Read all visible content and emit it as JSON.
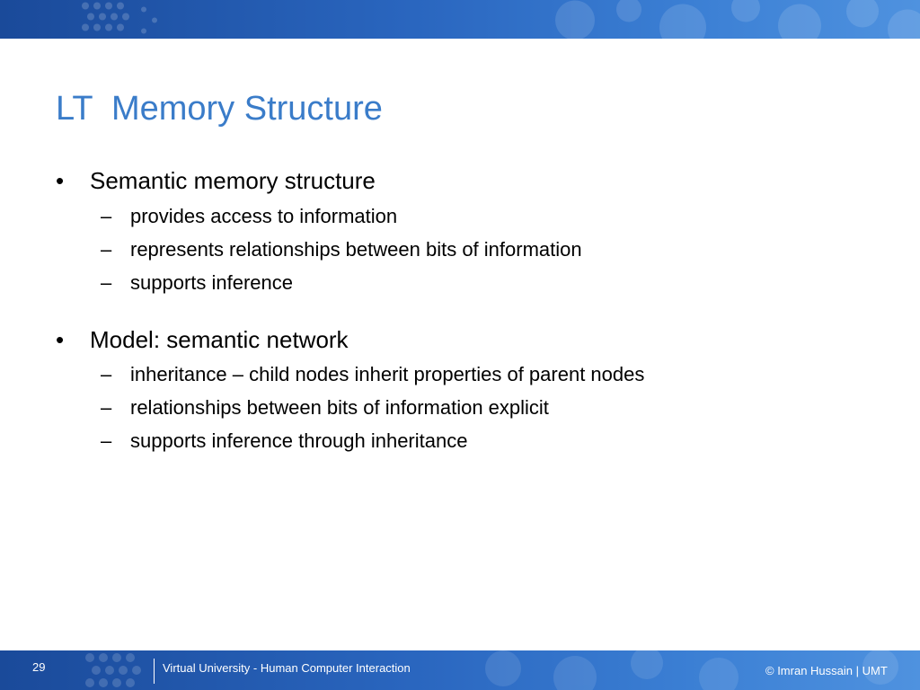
{
  "slide": {
    "title": "LT  Memory Structure",
    "sections": [
      {
        "bullet": "•",
        "text": "Semantic memory structure",
        "subitems": [
          {
            "dash": "–",
            "text": "provides access to information"
          },
          {
            "dash": "–",
            "text": "represents relationships between bits of information"
          },
          {
            "dash": "–",
            "text": "supports inference"
          }
        ]
      },
      {
        "bullet": "•",
        "text": "Model: semantic network",
        "subitems": [
          {
            "dash": "–",
            "text": "inheritance – child nodes inherit properties of parent nodes"
          },
          {
            "dash": "–",
            "text": "relationships between bits of information explicit"
          },
          {
            "dash": "–",
            "text": "supports inference through inheritance"
          }
        ]
      }
    ]
  },
  "footer": {
    "page_number": "29",
    "course": "Virtual University - Human Computer Interaction",
    "credit": "© Imran Hussain | UMT"
  },
  "colors": {
    "title": "#3a7cc9",
    "band_dark": "#1a4a9a",
    "band_light": "#4f92df",
    "text": "#000000"
  }
}
